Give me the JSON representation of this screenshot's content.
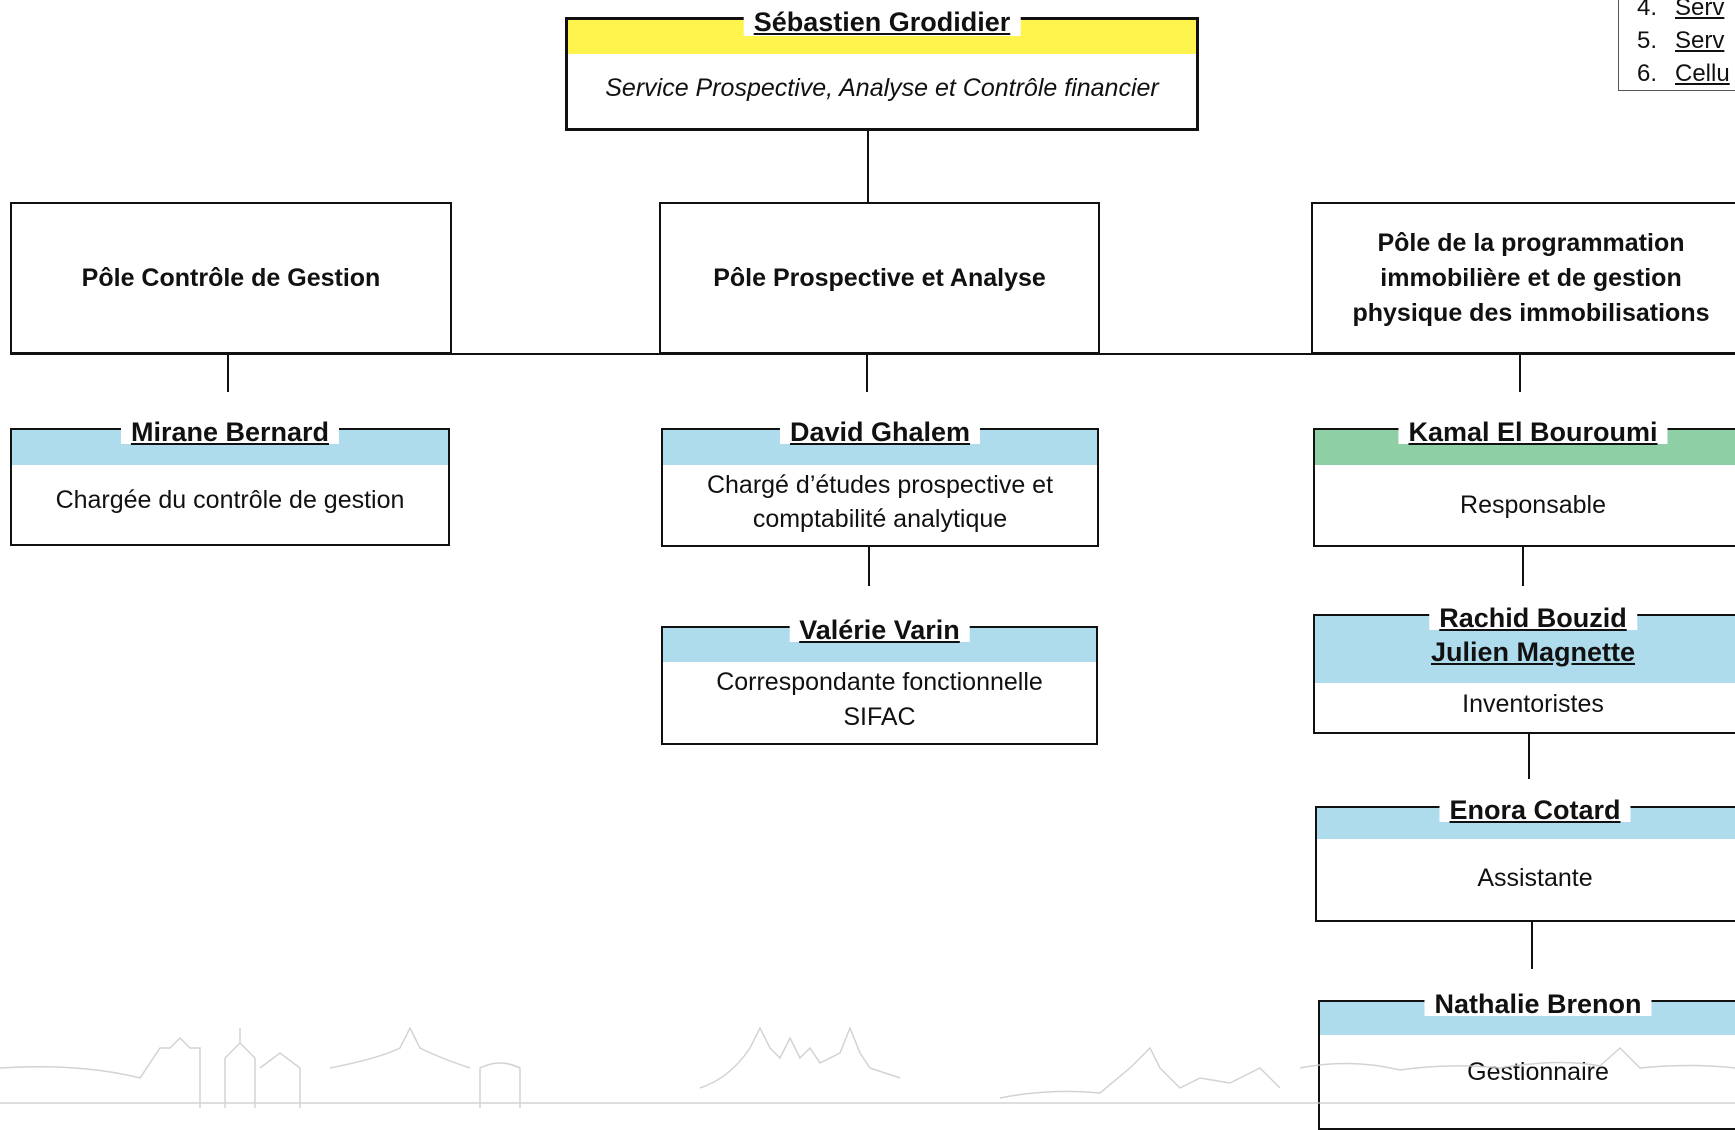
{
  "head": {
    "name": "Sébastien Grodidier",
    "service": "Service Prospective, Analyse et Contrôle financier"
  },
  "poles": [
    {
      "title": "Pôle Contrôle de Gestion"
    },
    {
      "title": "Pôle Prospective et Analyse"
    },
    {
      "title": "Pôle de la programmation immobilière et de gestion physique des immobilisations"
    }
  ],
  "staff": {
    "mirane": {
      "name": "Mirane Bernard",
      "role": "Chargée du contrôle de gestion"
    },
    "david": {
      "name": "David Ghalem",
      "role_line1": "Chargé d’études prospective et",
      "role_line2": "comptabilité analytique"
    },
    "valerie": {
      "name": "Valérie Varin",
      "role_line1": "Correspondante fonctionnelle",
      "role_line2": "SIFAC"
    },
    "kamal": {
      "name": "Kamal El Bouroumi",
      "role": "Responsable"
    },
    "rachid_julien": {
      "name_line1": "Rachid Bouzid",
      "name_line2": "Julien Magnette",
      "role": "Inventoristes"
    },
    "enora": {
      "name": "Enora Cotard",
      "role": "Assistante"
    },
    "nathalie": {
      "name": "Nathalie Brenon",
      "role": "Gestionnaire"
    }
  },
  "legend": {
    "items": [
      {
        "num": "4.",
        "text": "Serv"
      },
      {
        "num": "5.",
        "text": "Serv"
      },
      {
        "num": "6.",
        "text": "Cellu"
      }
    ]
  },
  "colors": {
    "head_band": "#fff34d",
    "staff_band": "#aedcec",
    "responsable_band": "#8fcfa5",
    "skyline": "#c8c8c8"
  }
}
